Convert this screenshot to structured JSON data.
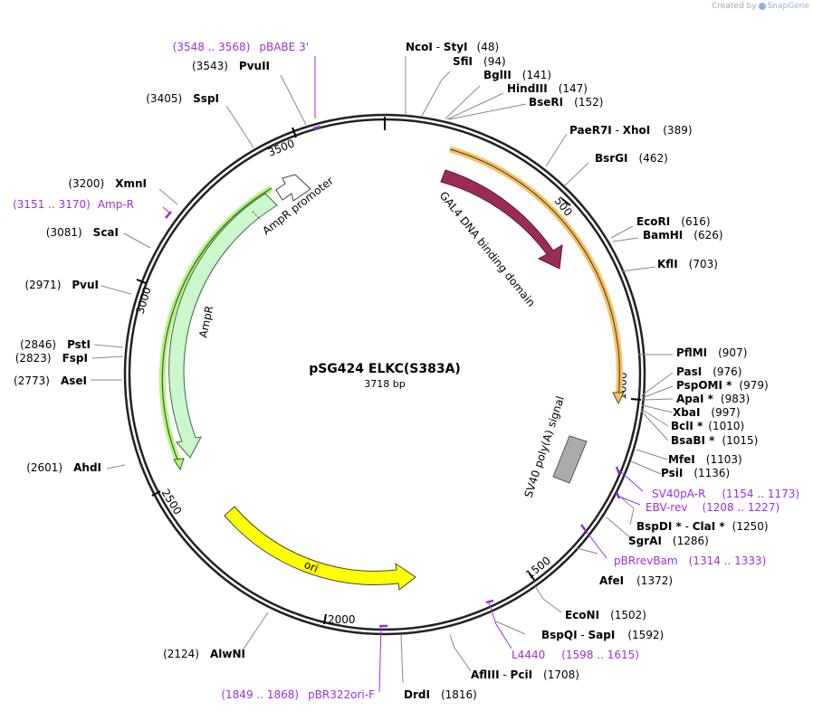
{
  "credit": {
    "prefix": "Created by",
    "brand": "SnapGene"
  },
  "plasmid": {
    "name": "pSG424 ELKC(S383A)",
    "length_label": "3718 bp"
  },
  "tick_labels": [
    "500",
    "1000",
    "1500",
    "2000",
    "2500",
    "3000",
    "3500"
  ],
  "enzymes": [
    {
      "name": "NcoI",
      "name2": "StyI",
      "pos": "(48)"
    },
    {
      "name": "SfiI",
      "pos": "(94)"
    },
    {
      "name": "BglII",
      "pos": "(141)"
    },
    {
      "name": "HindIII",
      "pos": "(147)"
    },
    {
      "name": "BseRI",
      "pos": "(152)"
    },
    {
      "name": "PaeR7I",
      "name2": "XhoI",
      "pos": "(389)"
    },
    {
      "name": "BsrGI",
      "pos": "(462)"
    },
    {
      "name": "EcoRI",
      "pos": "(616)"
    },
    {
      "name": "BamHI",
      "pos": "(626)"
    },
    {
      "name": "KflI",
      "pos": "(703)"
    },
    {
      "name": "PflMI",
      "pos": "(907)"
    },
    {
      "name": "PasI",
      "pos": "(976)"
    },
    {
      "name": "PspOMI *",
      "pos": "(979)"
    },
    {
      "name": "ApaI *",
      "pos": "(983)"
    },
    {
      "name": "XbaI",
      "pos": "(997)"
    },
    {
      "name": "BclI *",
      "pos": "(1010)"
    },
    {
      "name": "BsaBI *",
      "pos": "(1015)"
    },
    {
      "name": "MfeI",
      "pos": "(1103)"
    },
    {
      "name": "PsiI",
      "pos": "(1136)"
    },
    {
      "name": "BspDI *",
      "name2": "ClaI *",
      "pos": "(1250)"
    },
    {
      "name": "SgrAI",
      "pos": "(1286)"
    },
    {
      "name": "AfeI",
      "pos": "(1372)"
    },
    {
      "name": "EcoNI",
      "pos": "(1502)"
    },
    {
      "name": "BspQI",
      "name2": "SapI",
      "pos": "(1592)"
    },
    {
      "name": "AflIII",
      "name2": "PciI",
      "pos": "(1708)"
    },
    {
      "name": "DrdI",
      "pos": "(1816)"
    },
    {
      "name": "AlwNI",
      "pos": "(2124)"
    },
    {
      "name": "AhdI",
      "pos": "(2601)"
    },
    {
      "name": "AseI",
      "pos": "(2773)"
    },
    {
      "name": "FspI",
      "pos": "(2823)"
    },
    {
      "name": "PstI",
      "pos": "(2846)"
    },
    {
      "name": "PvuI",
      "pos": "(2971)"
    },
    {
      "name": "ScaI",
      "pos": "(3081)"
    },
    {
      "name": "XmnI",
      "pos": "(3200)"
    },
    {
      "name": "SspI",
      "pos": "(3405)"
    },
    {
      "name": "PvuII",
      "pos": "(3543)"
    }
  ],
  "primers": [
    {
      "name": "pBABE 3'",
      "range": "(3548 .. 3568)"
    },
    {
      "name": "Amp-R",
      "range": "(3151 .. 3170)"
    },
    {
      "name": "SV40pA-R",
      "range": "(1154 .. 1173)"
    },
    {
      "name": "EBV-rev",
      "range": "(1208 .. 1227)"
    },
    {
      "name": "pBRrevBam",
      "range": "(1314 .. 1333)"
    },
    {
      "name": "L4440",
      "range": "(1598 .. 1615)"
    },
    {
      "name": "pBR322ori-F",
      "range": "(1849 .. 1868)"
    }
  ],
  "features": {
    "gal4": "GAL4 DNA binding domain",
    "sv40": "SV40 poly(A) signal",
    "ori": "ori",
    "ampr": "AmpR",
    "ampr_promoter": "AmpR promoter"
  },
  "colors": {
    "gal4": "#9b2c5a",
    "orf_orange": "#f5c06a",
    "sv40": "#a9abad",
    "ori": "#ffff00",
    "ampr": "#ccf7cc",
    "primer": "#9b30d9",
    "backbone": "#222222"
  }
}
